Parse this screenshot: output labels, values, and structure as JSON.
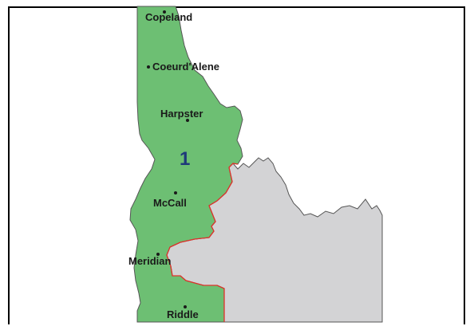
{
  "map": {
    "colors": {
      "district_fill": "#6dbf73",
      "other_fill": "#d3d3d5",
      "boundary_line": "#e0312a",
      "outline": "#555555",
      "district_label": "#1f3a7a"
    },
    "district": {
      "number": "1"
    },
    "cities": [
      {
        "name": "Copeland"
      },
      {
        "name": "Coeurd'Alene"
      },
      {
        "name": "Harpster"
      },
      {
        "name": "McCall"
      },
      {
        "name": "Meridian"
      },
      {
        "name": "Riddle"
      }
    ]
  }
}
